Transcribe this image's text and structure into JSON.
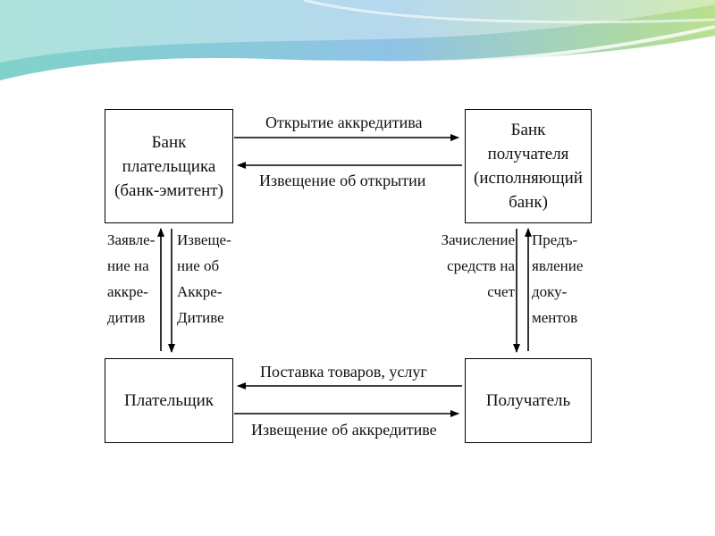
{
  "colors": {
    "background": "#ffffff",
    "header_teal": "#7fd3c9",
    "header_blue": "#8fc3e6",
    "header_green": "#b9e08e",
    "line": "#000000"
  },
  "nodes": {
    "payer_bank": "Банк\nплательщика\n(банк-эмитент)",
    "receiver_bank": "Банк\nполучателя\n(исполняющий\nбанк)",
    "payer": "Плательщик",
    "receiver": "Получатель"
  },
  "edges": {
    "opening": "Открытие аккредитива",
    "opening_notice": "Извещение об открытии",
    "application": "Заявле-\nние на\nаккре-\nдитив",
    "notice_to_payer": "Извеще-\nние об\nАккре-\nДитиве",
    "crediting": "Зачисление\nсредств на\nсчет",
    "presentation": "Предъ-\nявление\nдоку-\nментов",
    "delivery": "Поставка товаров, услуг",
    "credit_notice": "Извещение об аккредитиве"
  }
}
